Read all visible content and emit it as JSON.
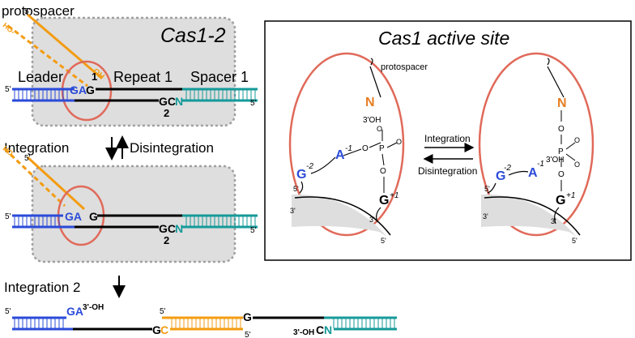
{
  "colors": {
    "blue": "#2b4bd8",
    "teal": "#169a9a",
    "orange": "#f39c12",
    "black": "#000000",
    "red_oval": "#e06a5a",
    "box_gray": "#dedede",
    "box_border": "#a0a0a0"
  },
  "left": {
    "protospacer_label": "protospacer",
    "cas_label": "Cas1-2",
    "ho": "HO-",
    "five_prime": "5'",
    "oh": "OH",
    "leader": "Leader",
    "repeat": "Repeat 1",
    "spacer": "Spacer 1",
    "ga": "GA",
    "g": "G",
    "one": "1",
    "gc": "GC",
    "n": "N",
    "two": "2",
    "integration": "Integration",
    "disintegration": "Disintegration",
    "integration2": "Integration 2",
    "three_oh": "3'-OH",
    "c": "C"
  },
  "right": {
    "title": "Cas1 active site",
    "protospacer": "protospacer",
    "n": "N",
    "three_oh": "3'OH",
    "o": "O",
    "p": "P",
    "g": "G",
    "a": "A",
    "minus2": "-2",
    "minus1": "-1",
    "plus1": "+1",
    "five_prime": "5'",
    "three_prime": "3'",
    "integration": "Integration",
    "disintegration": "Disintegration"
  }
}
